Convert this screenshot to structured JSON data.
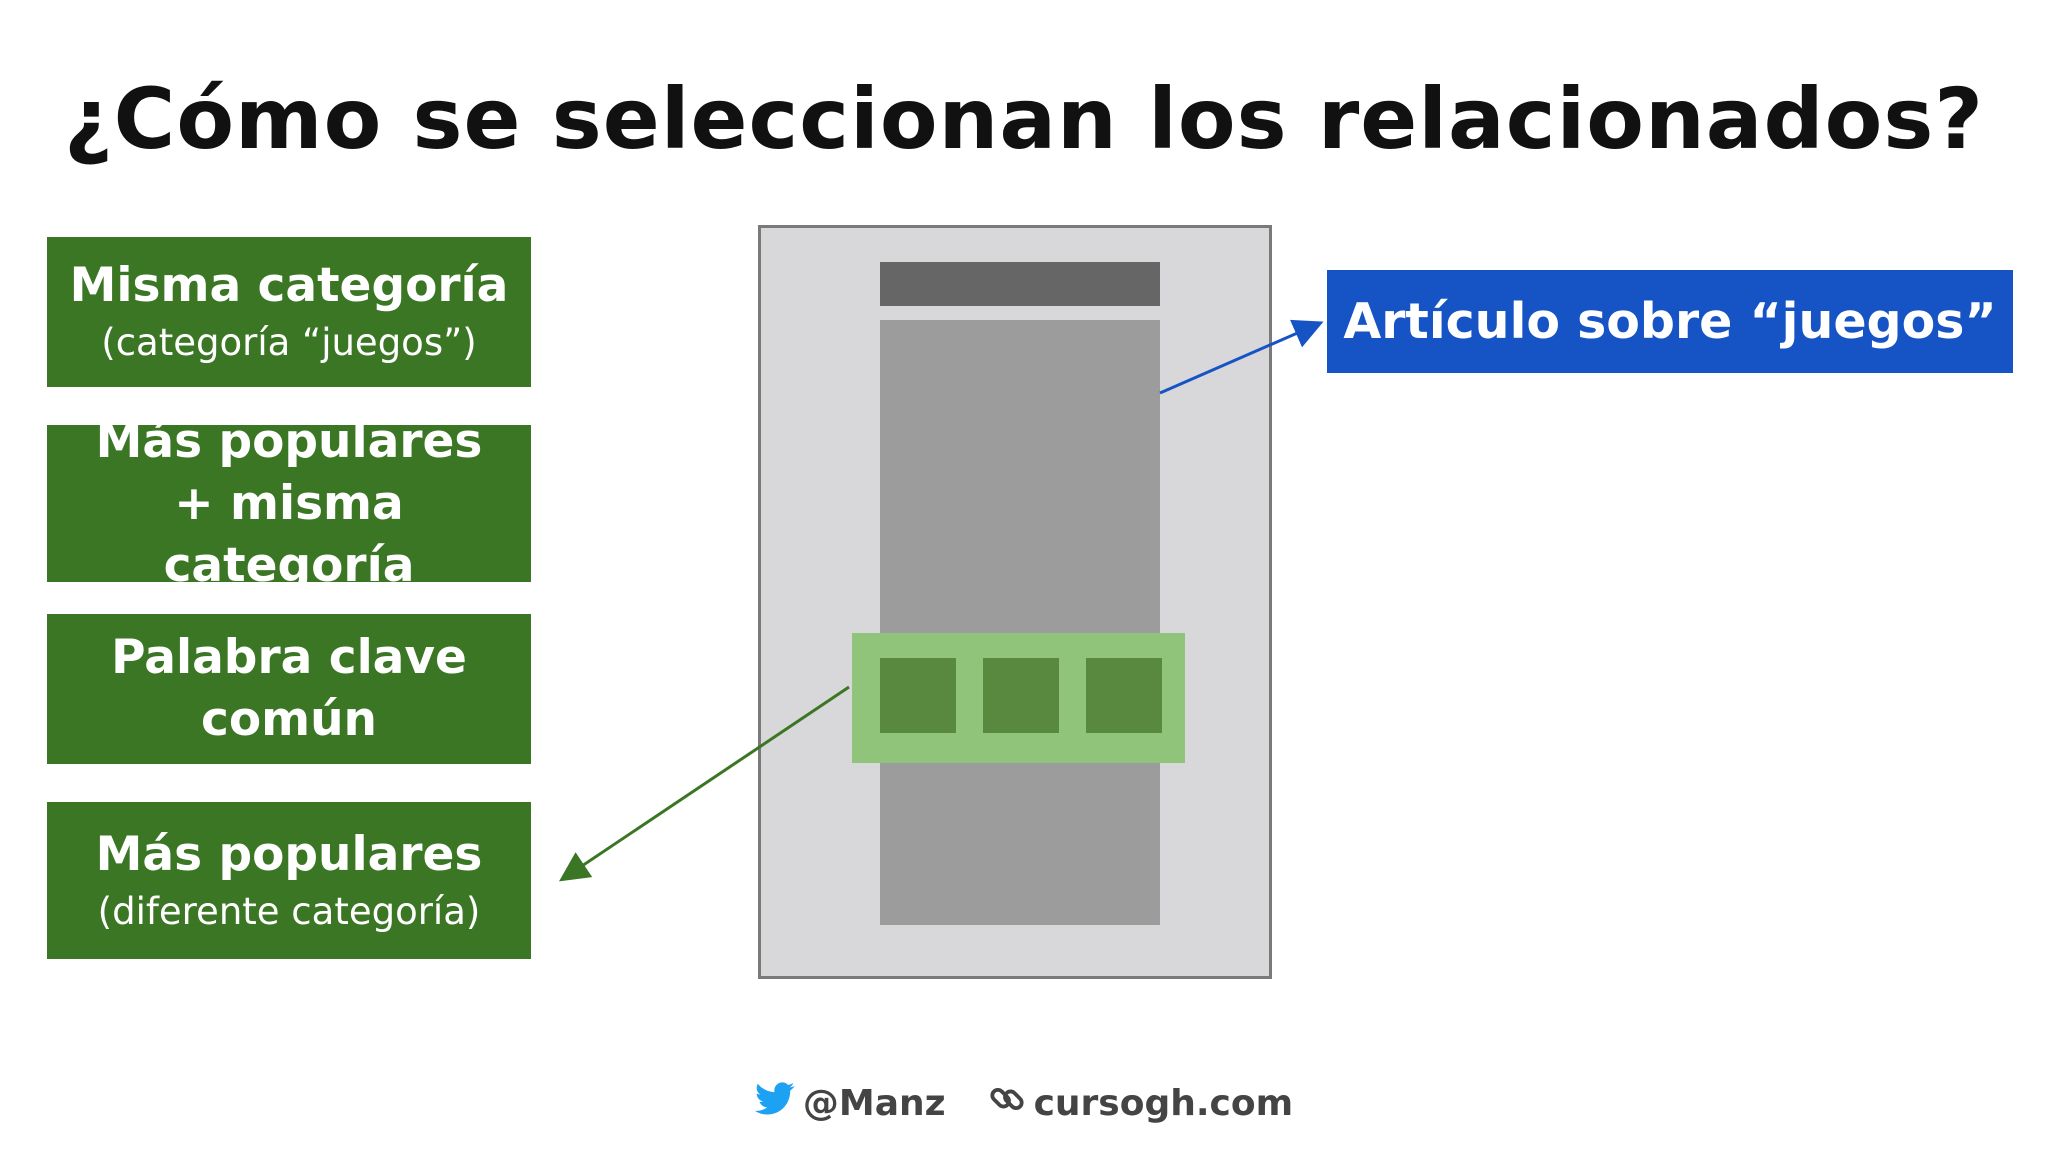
{
  "title": "¿Cómo se seleccionan los relacionados?",
  "strategies": [
    {
      "main": "Misma categoría",
      "sub": "(categoría “juegos”)"
    },
    {
      "main": "Más populares + misma categoría"
    },
    {
      "main": "Palabra clave común"
    },
    {
      "main": "Más populares",
      "sub": "(diferente categoría)"
    }
  ],
  "article_label": "Artículo sobre “juegos”",
  "footer": {
    "twitter_handle": "@Manz",
    "website": "cursogh.com",
    "twitter_icon": "twitter-bird-icon",
    "link_icon": "chain-link-icon"
  },
  "colors": {
    "strategy_box": "#3a7623",
    "article_box": "#1654c6",
    "related_highlight": "#8fc47a",
    "related_thumb": "#59893f",
    "page_frame": "#d8d8da",
    "page_content": "#9c9c9c",
    "page_header": "#666666",
    "twitter": "#1da1f2"
  }
}
